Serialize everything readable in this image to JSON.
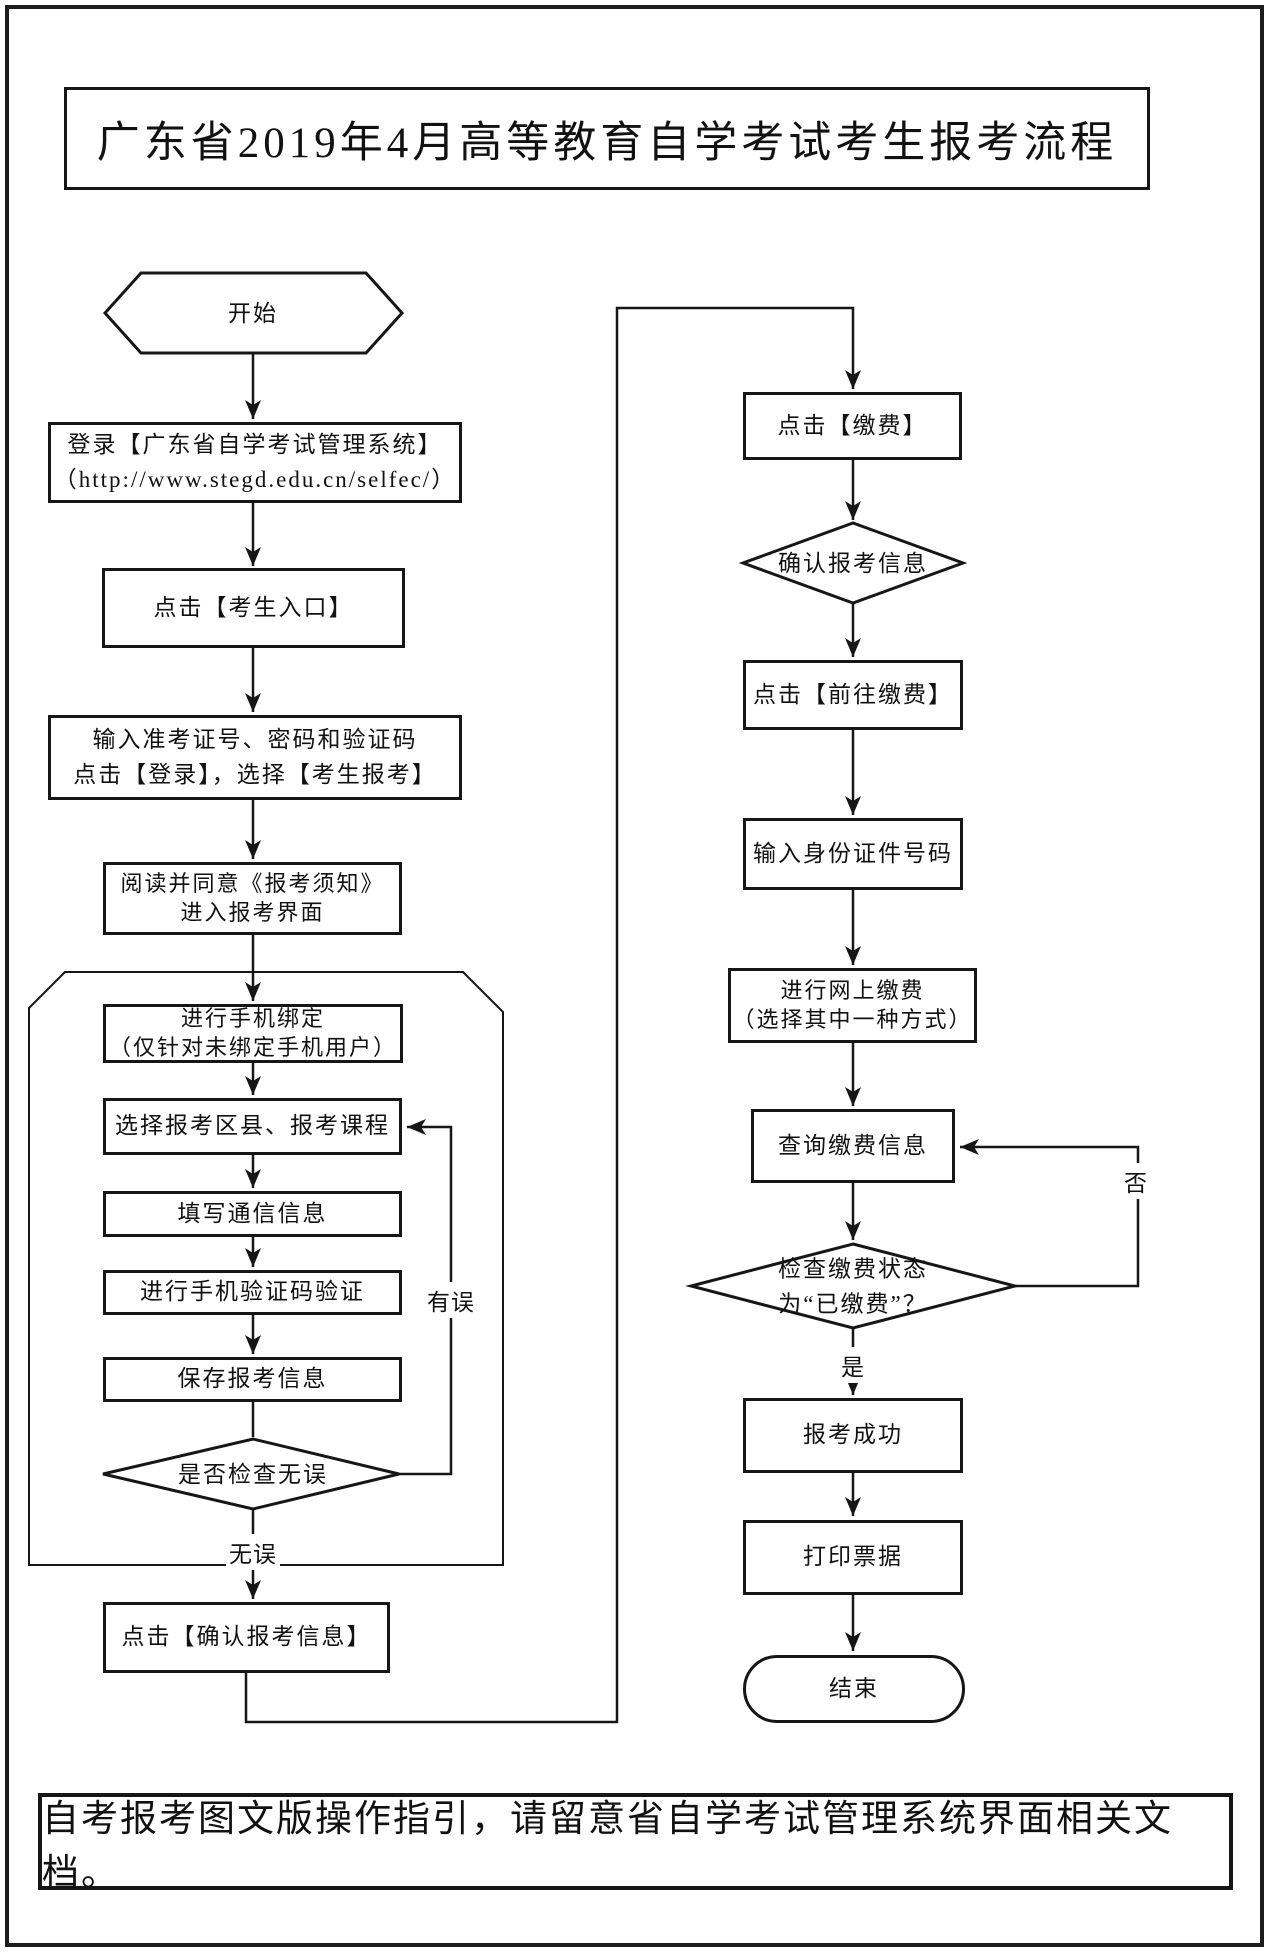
{
  "title": "广东省2019年4月高等教育自学考试考生报考流程",
  "footer": "自考报考图文版操作指引，请留意省自学考试管理系统界面相关文档。",
  "colors": {
    "ink": "#161616",
    "background": "#ffffff"
  },
  "nodes": {
    "start": "开始",
    "login": "登录【广东省自学考试管理系统】\n（http://www.stegd.edu.cn/selfec/）",
    "entry": "点击【考生入口】",
    "credentials": "输入准考证号、密码和验证码\n点击【登录】，选择【考生报考】",
    "notice": "阅读并同意《报考须知》\n进入报考界面",
    "bind_phone": "进行手机绑定\n（仅针对未绑定手机用户）",
    "select_course": "选择报考区县、报考课程",
    "comm_info": "填写通信信息",
    "sms_verify": "进行手机验证码验证",
    "save_info": "保存报考信息",
    "check": "是否检查无误",
    "confirm": "点击【确认报考信息】",
    "pay": "点击【缴费】",
    "confirm_info": "确认报考信息",
    "go_pay": "点击【前往缴费】",
    "id_number": "输入身份证件号码",
    "online_pay": "进行网上缴费\n（选择其中一种方式）",
    "query_pay": "查询缴费信息",
    "pay_status": "检查缴费状态\n为“已缴费”？",
    "success": "报考成功",
    "print": "打印票据",
    "end": "结束"
  },
  "edge_labels": {
    "has_error": "有误",
    "no_error": "无误",
    "no": "否",
    "yes": "是"
  }
}
